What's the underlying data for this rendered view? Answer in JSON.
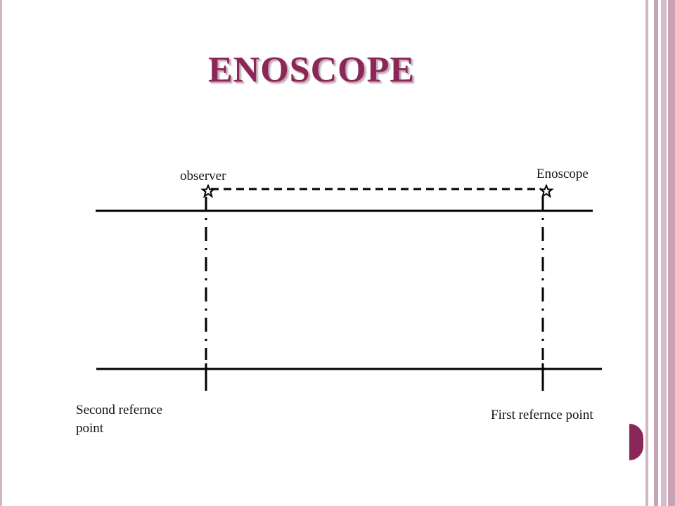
{
  "slide": {
    "title": "ENOSCOPE",
    "title_color": "#8b2756",
    "accent_bar_color": "#d3b6c3"
  },
  "diagram": {
    "observer_label": "observer",
    "enoscope_label": "Enoscope",
    "second_reference_label_line1": "Second refernce",
    "second_reference_label_line2": "point",
    "first_reference_label": "First refernce point",
    "observer_marker_icon": "star-icon",
    "enoscope_marker_icon": "star-icon"
  }
}
